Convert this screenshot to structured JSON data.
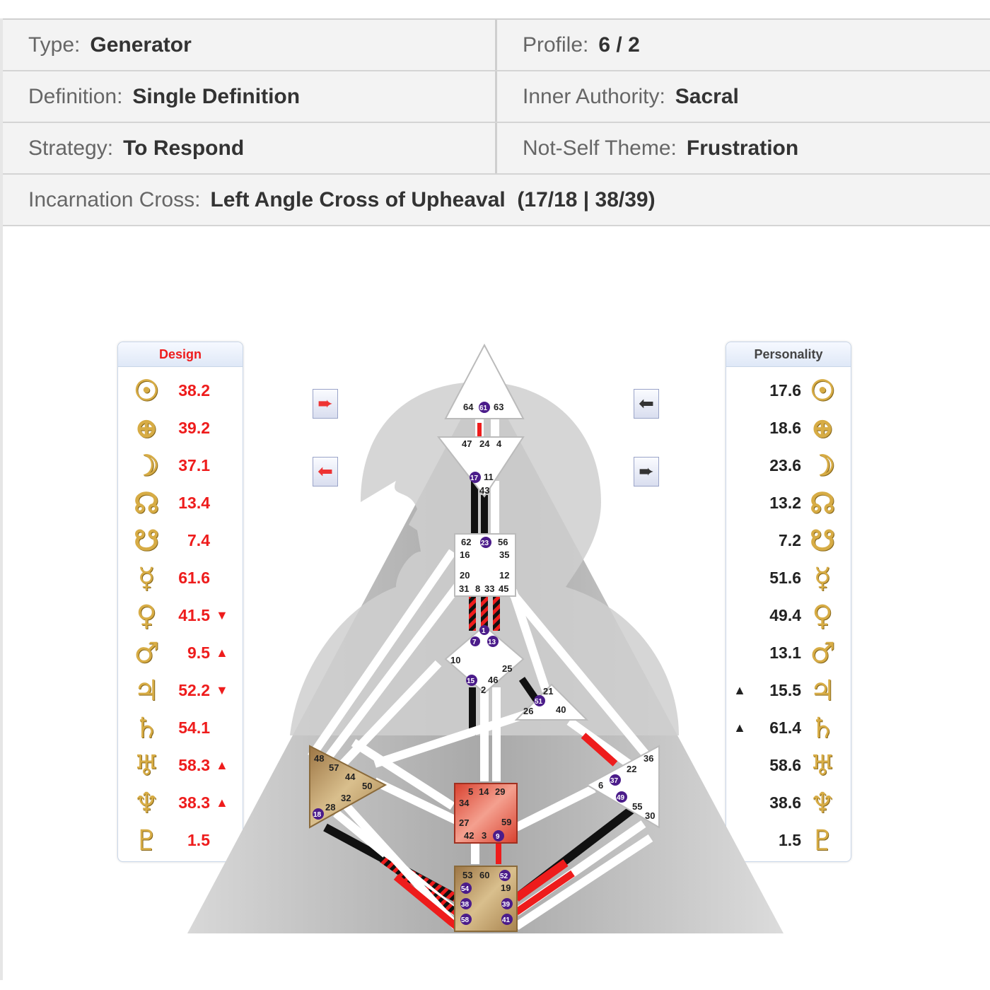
{
  "info": {
    "type_label": "Type:",
    "type_value": "Generator",
    "profile_label": "Profile:",
    "profile_value": "6 / 2",
    "definition_label": "Definition:",
    "definition_value": "Single Definition",
    "authority_label": "Inner Authority:",
    "authority_value": "Sacral",
    "strategy_label": "Strategy:",
    "strategy_value": "To Respond",
    "notself_label": "Not-Self Theme:",
    "notself_value": "Frustration",
    "cross_label": "Incarnation Cross:",
    "cross_value": "Left Angle Cross of Upheaval  (17/18 | 38/39)"
  },
  "design": {
    "title": "Design",
    "title_color": "#ee1c1c",
    "rows": [
      {
        "glyph": "☉",
        "icon": "sun-icon",
        "value": "38.2",
        "mark": ""
      },
      {
        "glyph": "⊕",
        "icon": "earth-icon",
        "value": "39.2",
        "mark": ""
      },
      {
        "glyph": "☽",
        "icon": "moon-icon",
        "value": "37.1",
        "mark": ""
      },
      {
        "glyph": "☊",
        "icon": "north-node-icon",
        "value": "13.4",
        "mark": ""
      },
      {
        "glyph": "☋",
        "icon": "south-node-icon",
        "value": "7.4",
        "mark": ""
      },
      {
        "glyph": "☿",
        "icon": "mercury-icon",
        "value": "61.6",
        "mark": ""
      },
      {
        "glyph": "♀",
        "icon": "venus-icon",
        "value": "41.5",
        "mark": "▼"
      },
      {
        "glyph": "♂",
        "icon": "mars-icon",
        "value": "9.5",
        "mark": "▲"
      },
      {
        "glyph": "♃",
        "icon": "jupiter-icon",
        "value": "52.2",
        "mark": "▼"
      },
      {
        "glyph": "♄",
        "icon": "saturn-icon",
        "value": "54.1",
        "mark": ""
      },
      {
        "glyph": "♅",
        "icon": "uranus-icon",
        "value": "58.3",
        "mark": "▲"
      },
      {
        "glyph": "♆",
        "icon": "neptune-icon",
        "value": "38.3",
        "mark": "▲"
      },
      {
        "glyph": "♇",
        "icon": "pluto-icon",
        "value": "1.5",
        "mark": ""
      }
    ]
  },
  "personality": {
    "title": "Personality",
    "title_color": "#444444",
    "rows": [
      {
        "glyph": "☉",
        "icon": "sun-icon",
        "value": "17.6",
        "mark": ""
      },
      {
        "glyph": "⊕",
        "icon": "earth-icon",
        "value": "18.6",
        "mark": ""
      },
      {
        "glyph": "☽",
        "icon": "moon-icon",
        "value": "23.6",
        "mark": ""
      },
      {
        "glyph": "☊",
        "icon": "north-node-icon",
        "value": "13.2",
        "mark": ""
      },
      {
        "glyph": "☋",
        "icon": "south-node-icon",
        "value": "7.2",
        "mark": ""
      },
      {
        "glyph": "☿",
        "icon": "mercury-icon",
        "value": "51.6",
        "mark": ""
      },
      {
        "glyph": "♀",
        "icon": "venus-icon",
        "value": "49.4",
        "mark": ""
      },
      {
        "glyph": "♂",
        "icon": "mars-icon",
        "value": "13.1",
        "mark": ""
      },
      {
        "glyph": "♃",
        "icon": "jupiter-icon",
        "value": "15.5",
        "mark": "▲"
      },
      {
        "glyph": "♄",
        "icon": "saturn-icon",
        "value": "61.4",
        "mark": "▲"
      },
      {
        "glyph": "♅",
        "icon": "uranus-icon",
        "value": "58.6",
        "mark": ""
      },
      {
        "glyph": "♆",
        "icon": "neptune-icon",
        "value": "38.6",
        "mark": ""
      },
      {
        "glyph": "♇",
        "icon": "pluto-icon",
        "value": "1.5",
        "mark": ""
      }
    ]
  },
  "nav": {
    "left_top_glyph": "➨",
    "left_bottom_glyph": "⬅",
    "right_top_glyph": "⬅",
    "right_bottom_glyph": "➨"
  },
  "bodygraph": {
    "colors": {
      "design": "#ee1c1c",
      "personality": "#111111",
      "gate_active": "#4b1c8a",
      "defined_center": "#e8503f",
      "motor_center": "#b8935a"
    },
    "head_gates": [
      "64",
      "61",
      "63"
    ],
    "ajna_gates": [
      "47",
      "24",
      "4",
      "17",
      "11",
      "43"
    ],
    "throat_gates": [
      "62",
      "23",
      "56",
      "16",
      "35",
      "20",
      "12",
      "31",
      "8",
      "33",
      "45"
    ],
    "g_gates": [
      "1",
      "7",
      "13",
      "10",
      "25",
      "15",
      "46",
      "2"
    ],
    "ego_gates": [
      "21",
      "51",
      "26",
      "40"
    ],
    "spleen_gates": [
      "48",
      "57",
      "44",
      "50",
      "32",
      "28",
      "18"
    ],
    "sacral_gates": [
      "5",
      "14",
      "29",
      "34",
      "27",
      "59",
      "42",
      "3",
      "9"
    ],
    "solar_gates": [
      "36",
      "22",
      "6",
      "37",
      "49",
      "55",
      "30"
    ],
    "root_gates": [
      "53",
      "60",
      "52",
      "54",
      "19",
      "38",
      "39",
      "58",
      "41"
    ]
  }
}
